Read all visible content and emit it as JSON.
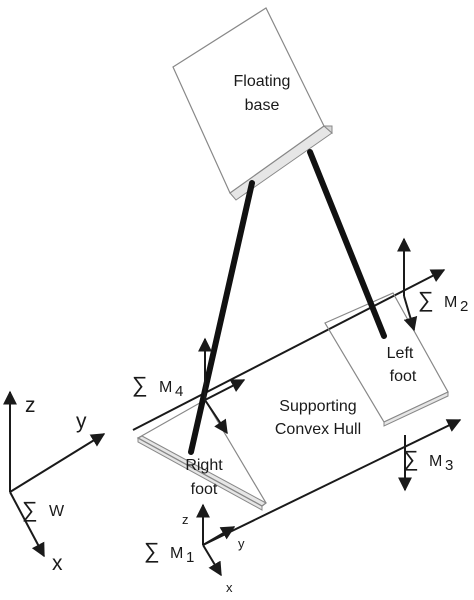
{
  "floating_base": {
    "line1": "Floating",
    "line2": "base"
  },
  "left_foot": {
    "line1": "Left",
    "line2": "foot"
  },
  "right_foot": {
    "line1": "Right",
    "line2": "foot"
  },
  "support": {
    "line1": "Supporting",
    "line2": "Convex Hull"
  },
  "world_frame": {
    "z": "z",
    "y": "y",
    "x": "x",
    "sigma": "∑",
    "name": "W"
  },
  "frame_m1": {
    "sigma": "∑",
    "name": "M",
    "sub": "1",
    "z": "z",
    "y": "y",
    "x": "x"
  },
  "frame_m2": {
    "sigma": "∑",
    "name": "M",
    "sub": "2"
  },
  "frame_m3": {
    "sigma": "∑",
    "name": "M",
    "sub": "3"
  },
  "frame_m4": {
    "sigma": "∑",
    "name": "M",
    "sub": "4"
  },
  "colors": {
    "line": "#1a1a1a",
    "box_fill": "#ffffff",
    "box_side": "#e6e6e6",
    "box_stroke": "#888888"
  }
}
